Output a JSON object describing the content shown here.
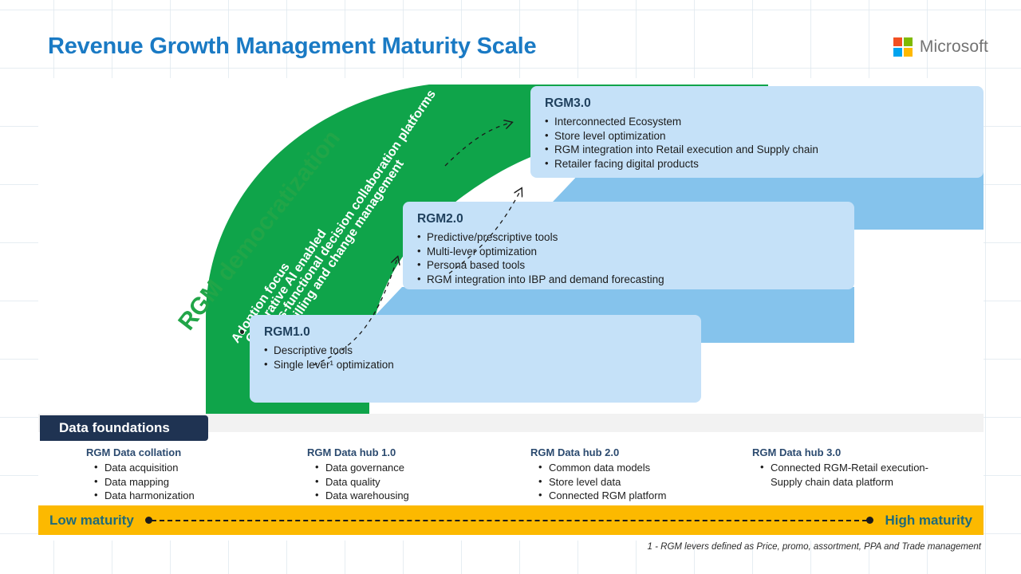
{
  "page": {
    "title": "Revenue Growth Management Maturity Scale",
    "accent_blue": "#1a7ac4",
    "accent_green": "#21a548",
    "panel_blue": "#c5e1f8",
    "ribbon_blue": "#85c3ec",
    "band_navy": "#1f3352",
    "bar_amber": "#fcb900",
    "maturity_text": "#1f6b7a"
  },
  "brand": {
    "name": "Microsoft",
    "logo_icon": "microsoft-squares-icon",
    "square_colors": [
      "#f25022",
      "#7fba00",
      "#00a4ef",
      "#ffb900"
    ]
  },
  "arrow": {
    "main_label": "RGM democratization",
    "inner_labels": [
      "Adoption focus",
      "Generative AI enabled",
      "Cross-functional decision collaboration platforms",
      "Upskilling and change management"
    ]
  },
  "stages": [
    {
      "id": "rgm1",
      "title": "RGM1.0",
      "bullets": [
        "Descriptive tools",
        "Single lever¹ optimization"
      ]
    },
    {
      "id": "rgm2",
      "title": "RGM2.0",
      "bullets": [
        "Predictive/prescriptive tools",
        "Multi-lever optimization",
        "Persona based tools",
        "RGM integration into IBP and demand forecasting"
      ]
    },
    {
      "id": "rgm3",
      "title": "RGM3.0",
      "bullets": [
        "Interconnected Ecosystem",
        "Store level optimization",
        "RGM integration into Retail execution and Supply chain",
        "Retailer facing digital products"
      ]
    }
  ],
  "foundations": {
    "band_label": "Data foundations",
    "columns": [
      {
        "title": "RGM Data collation",
        "bullets": [
          "Data acquisition",
          "Data mapping",
          "Data harmonization"
        ]
      },
      {
        "title": "RGM Data hub 1.0",
        "bullets": [
          "Data governance",
          "Data quality",
          "Data warehousing"
        ]
      },
      {
        "title": "RGM Data hub 2.0",
        "bullets": [
          "Common data models",
          "Store level data",
          "Connected RGM platform"
        ]
      },
      {
        "title": "RGM Data hub 3.0",
        "bullets": [
          "Connected RGM-Retail execution-Supply chain data platform"
        ]
      }
    ]
  },
  "maturity": {
    "low_label": "Low maturity",
    "high_label": "High maturity"
  },
  "footnote": "1 - RGM levers defined as Price, promo,  assortment, PPA and Trade management"
}
